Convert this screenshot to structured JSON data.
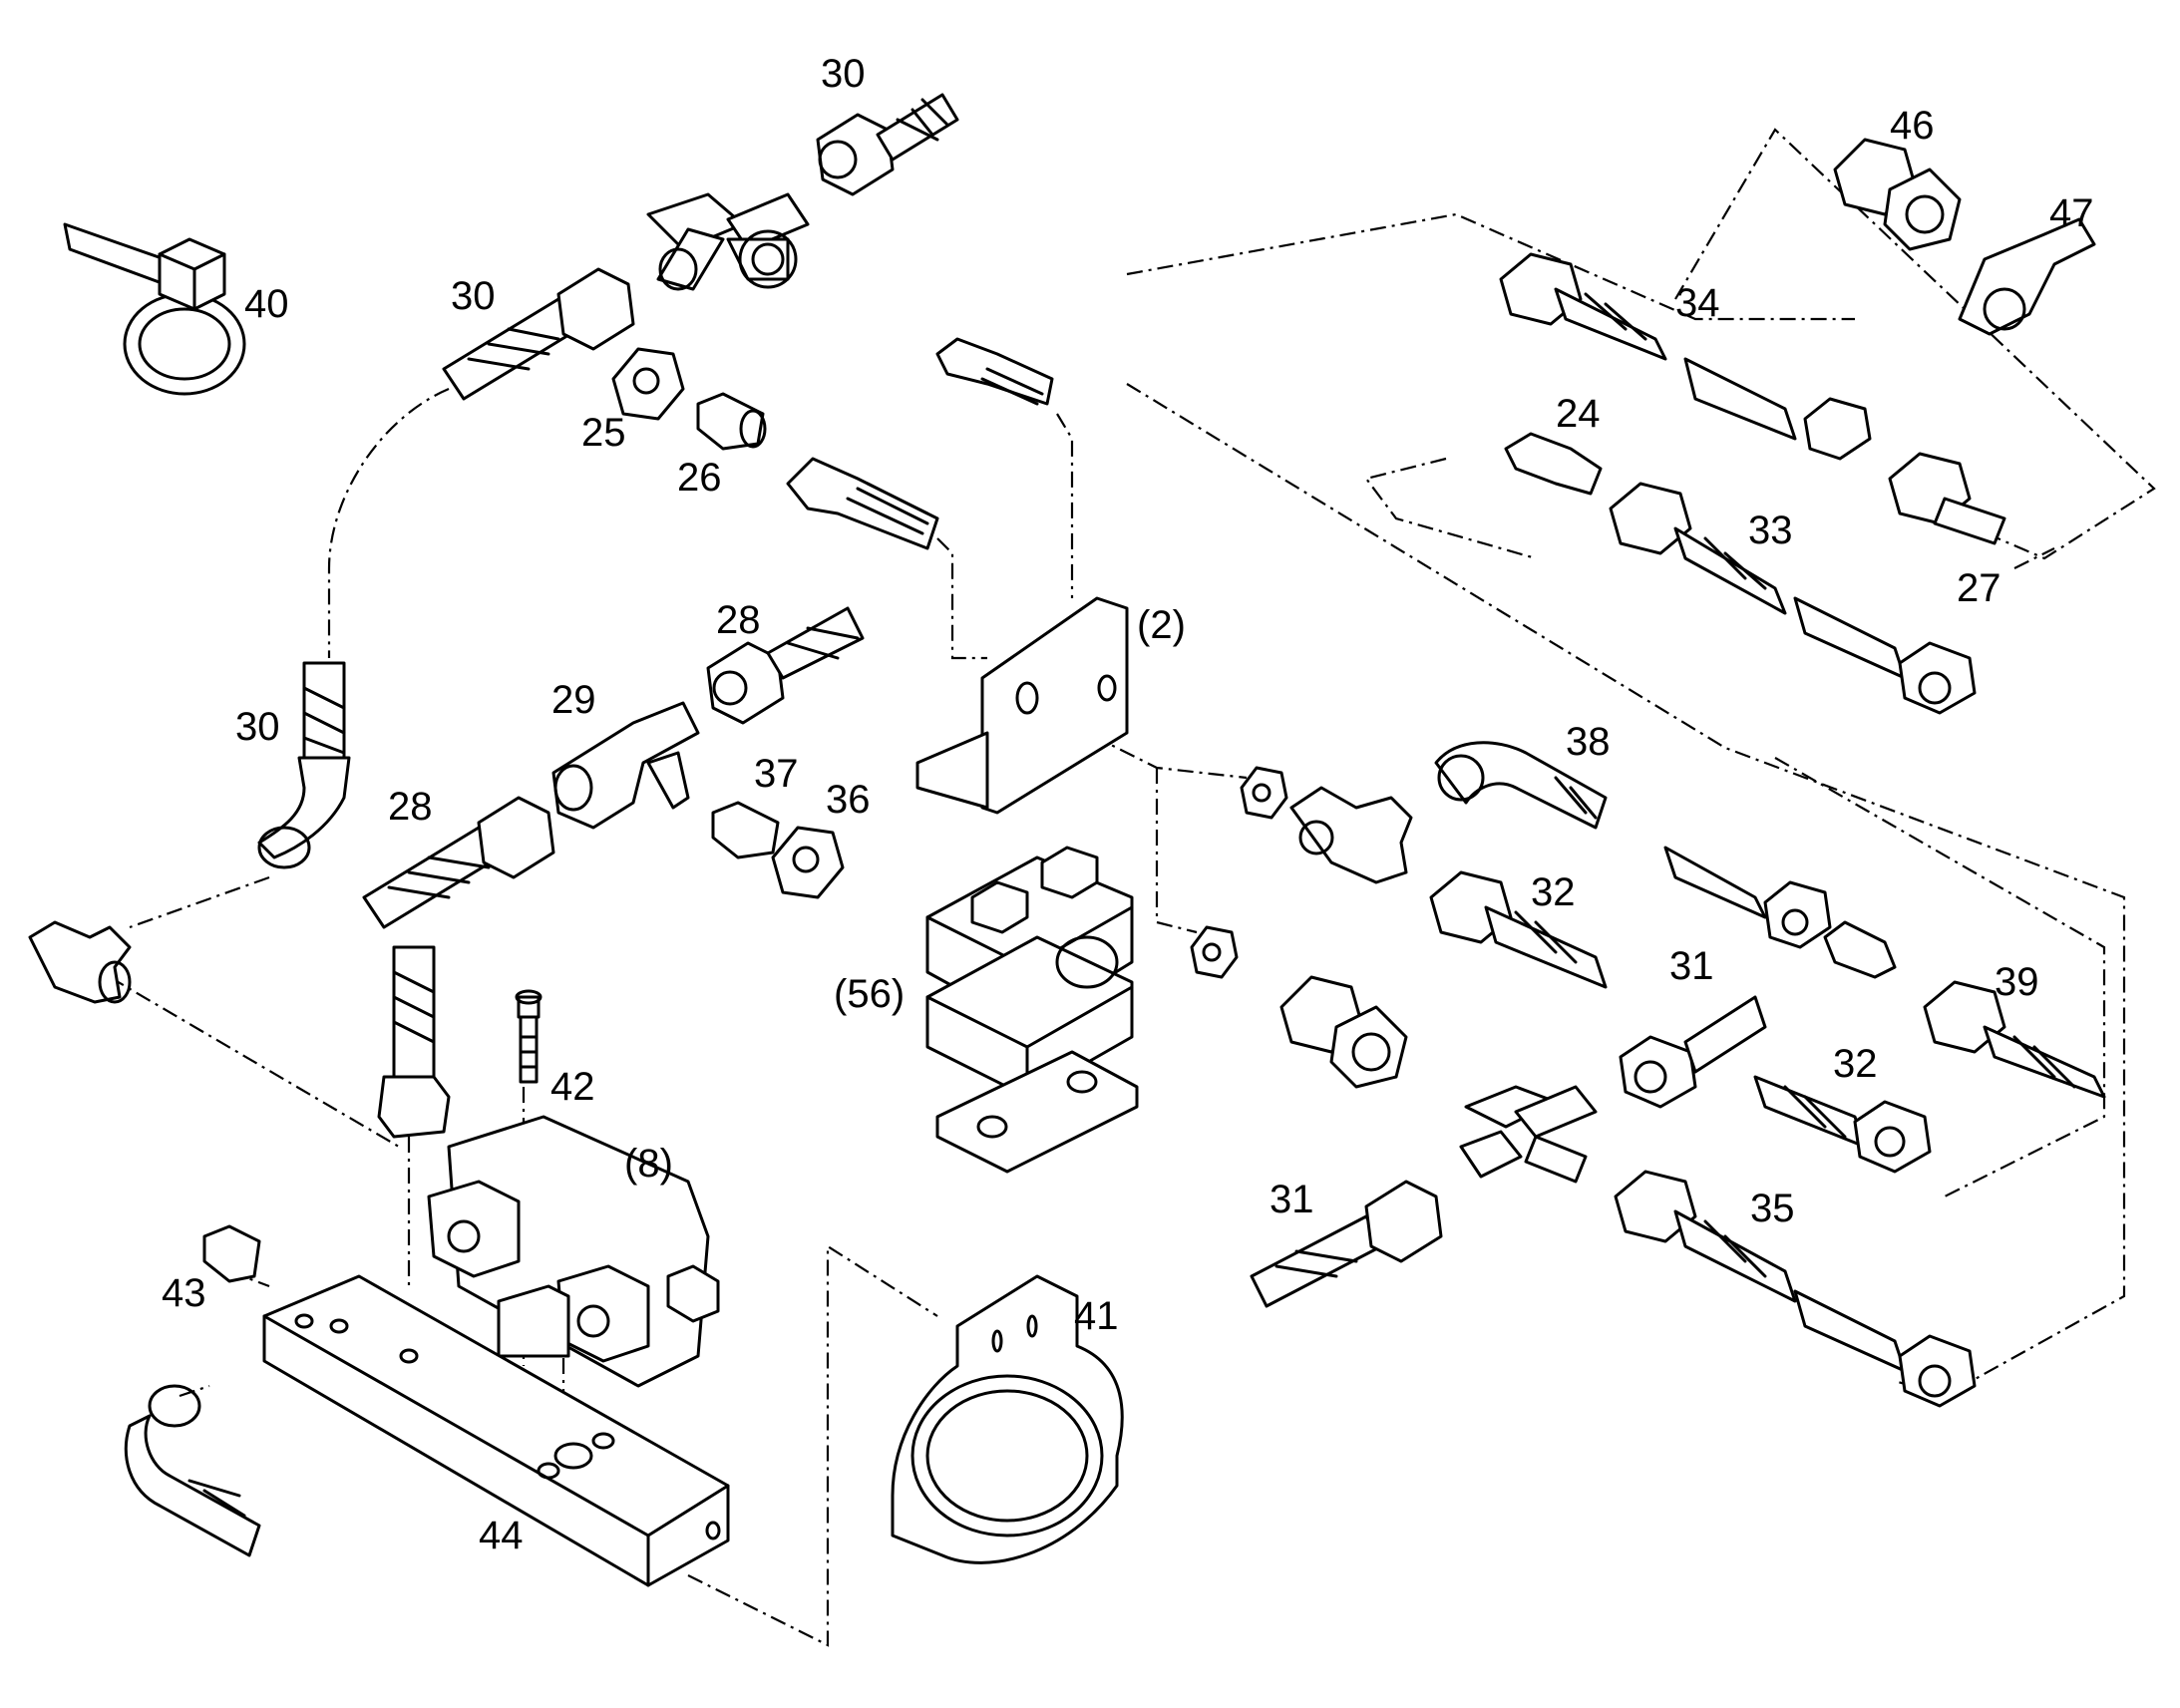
{
  "labels": [
    {
      "id": "p30a",
      "text": "30"
    },
    {
      "id": "p40",
      "text": "40"
    },
    {
      "id": "p30b",
      "text": "30"
    },
    {
      "id": "p25",
      "text": "25"
    },
    {
      "id": "p26",
      "text": "26"
    },
    {
      "id": "p46",
      "text": "46"
    },
    {
      "id": "p47",
      "text": "47"
    },
    {
      "id": "p34",
      "text": "34"
    },
    {
      "id": "p24",
      "text": "24"
    },
    {
      "id": "p33",
      "text": "33"
    },
    {
      "id": "p27",
      "text": "27"
    },
    {
      "id": "p2",
      "text": "(2)"
    },
    {
      "id": "p28a",
      "text": "28"
    },
    {
      "id": "p29",
      "text": "29"
    },
    {
      "id": "p30c",
      "text": "30"
    },
    {
      "id": "p37",
      "text": "37"
    },
    {
      "id": "p36",
      "text": "36"
    },
    {
      "id": "p28b",
      "text": "28"
    },
    {
      "id": "p38",
      "text": "38"
    },
    {
      "id": "p32a",
      "text": "32"
    },
    {
      "id": "p56",
      "text": "(56)"
    },
    {
      "id": "p31a",
      "text": "31"
    },
    {
      "id": "p39",
      "text": "39"
    },
    {
      "id": "p42",
      "text": "42"
    },
    {
      "id": "p32b",
      "text": "32"
    },
    {
      "id": "p8",
      "text": "(8)"
    },
    {
      "id": "p31b",
      "text": "31"
    },
    {
      "id": "p35",
      "text": "35"
    },
    {
      "id": "p43",
      "text": "43"
    },
    {
      "id": "p41",
      "text": "41"
    },
    {
      "id": "p44",
      "text": "44"
    }
  ]
}
